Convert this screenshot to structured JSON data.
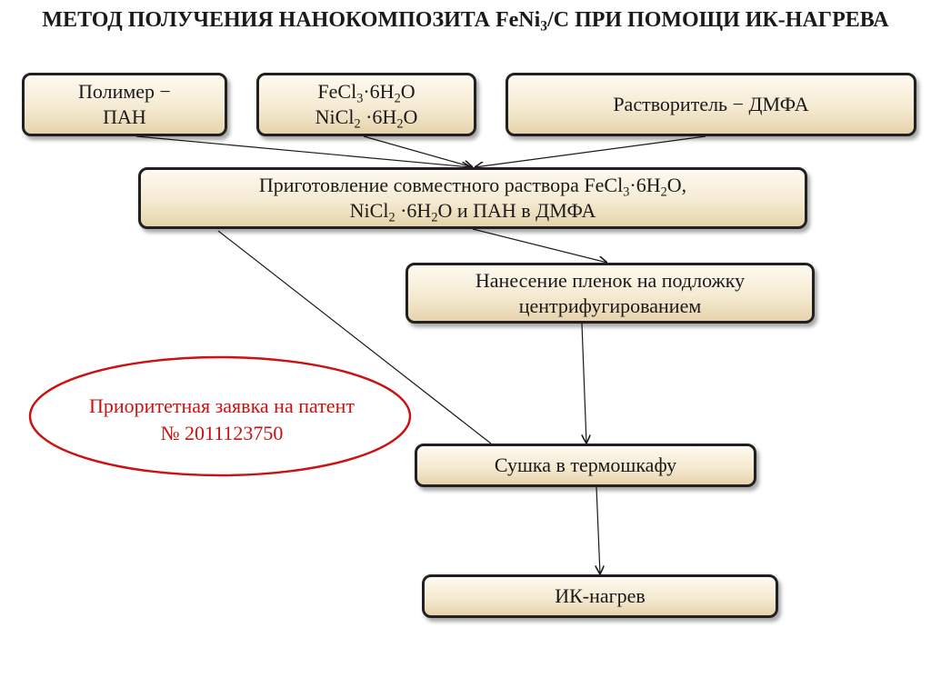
{
  "title": {
    "text1": "МЕТОД ПОЛУЧЕНИЯ НАНОКОМПОЗИТА FeNi",
    "sub": "3",
    "text2": "/C ПРИ ПОМОЩИ ИК-НАГРЕВА"
  },
  "boxes": {
    "polymer": {
      "line1": "Полимер − ",
      "line2": "ПАН"
    },
    "salts": {
      "fecl3": {
        "pre": "FeCl",
        "sub1": "3",
        "mid": "·6H",
        "sub2": "2",
        "post": "O"
      },
      "nicl2": {
        "pre": "NiCl",
        "sub1": "2",
        "mid": " ·6H",
        "sub2": "2",
        "post": "O"
      }
    },
    "solvent": {
      "text": "Растворитель − ДМФА"
    },
    "preparation": {
      "l1_pre": "Приготовление совместного раствора FeCl",
      "l1_sub1": "3",
      "l1_mid": "·6H",
      "l1_sub2": "2",
      "l1_post": "O,",
      "l2_pre": "NiCl",
      "l2_sub1": "2",
      "l2_mid": " ·6H",
      "l2_sub2": "2",
      "l2_post": "O и ПАН в ДМФА"
    },
    "coating": {
      "line1": "Нанесение пленок на подложку",
      "line2": "центрифугированием"
    },
    "drying": {
      "text": "Сушка в термошкафу"
    },
    "ir_heating": {
      "text": "ИК-нагрев"
    }
  },
  "patent": {
    "line1": "Приоритетная заявка на патент",
    "line2": "№ 2011123750"
  },
  "colors": {
    "border": "#202020",
    "box_fill_top": "#fefaf0",
    "box_fill_bottom": "#e6d3ac",
    "patent_red": "#cc1111",
    "arrow": "#1a1a1a"
  }
}
